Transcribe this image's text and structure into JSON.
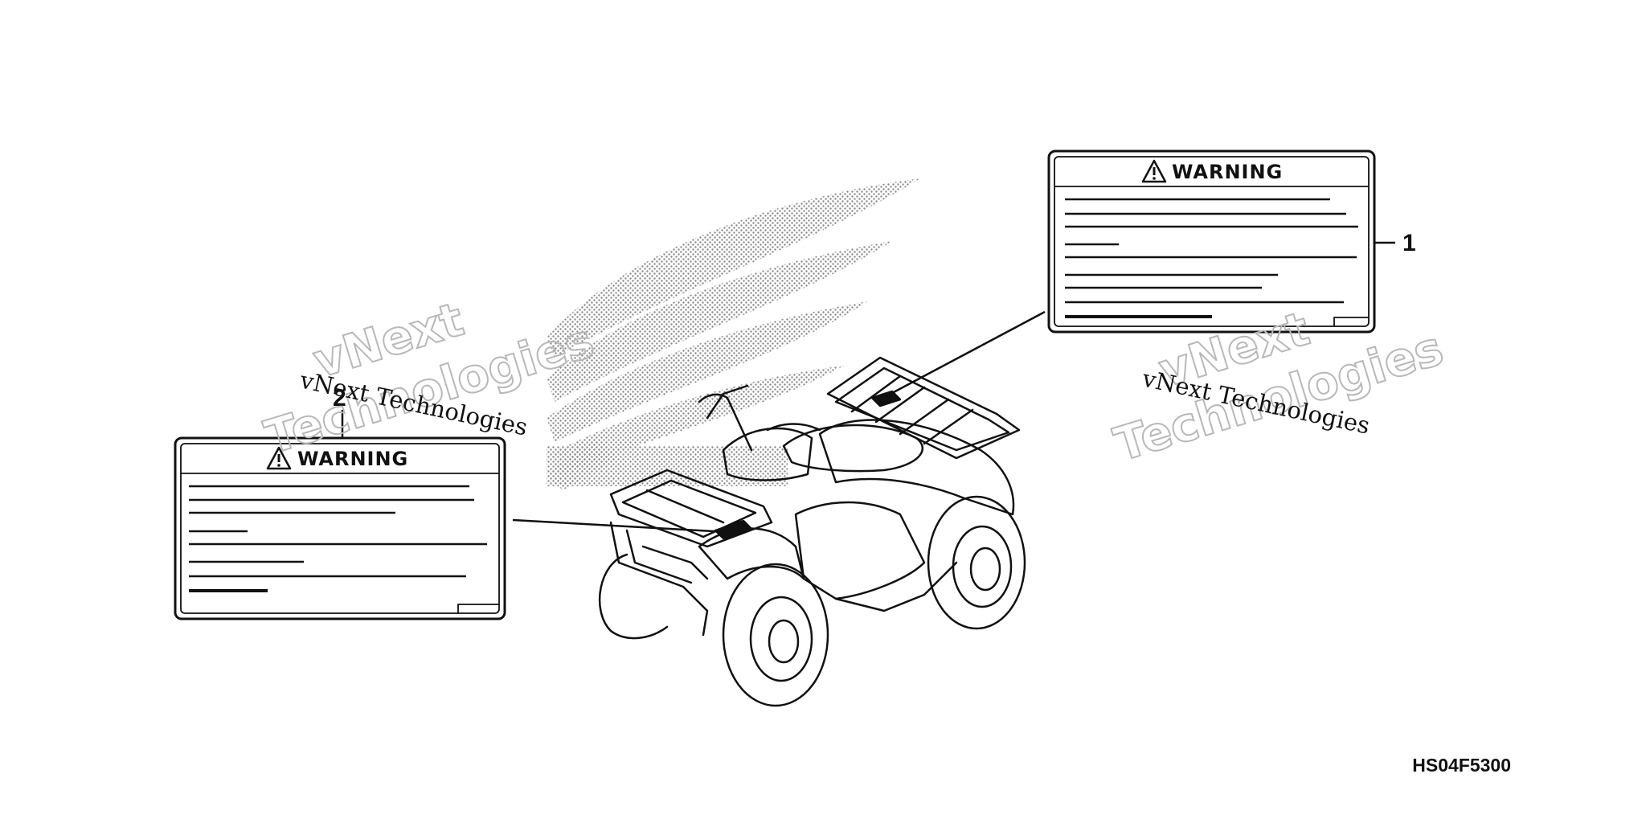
{
  "labels": [
    {
      "callout": "1",
      "title": "WARNING"
    },
    {
      "callout": "2",
      "title": "WARNING"
    }
  ],
  "diagram_code": "HS04F5300",
  "watermarks": [
    {
      "line1": "vNext",
      "line2": "Technologies",
      "caption": "vNext Technologies"
    },
    {
      "line1": "vNext",
      "line2": "Technologies",
      "caption": "vNext Technologies"
    }
  ],
  "icons": {
    "label_warning": "warning-triangle-icon"
  }
}
